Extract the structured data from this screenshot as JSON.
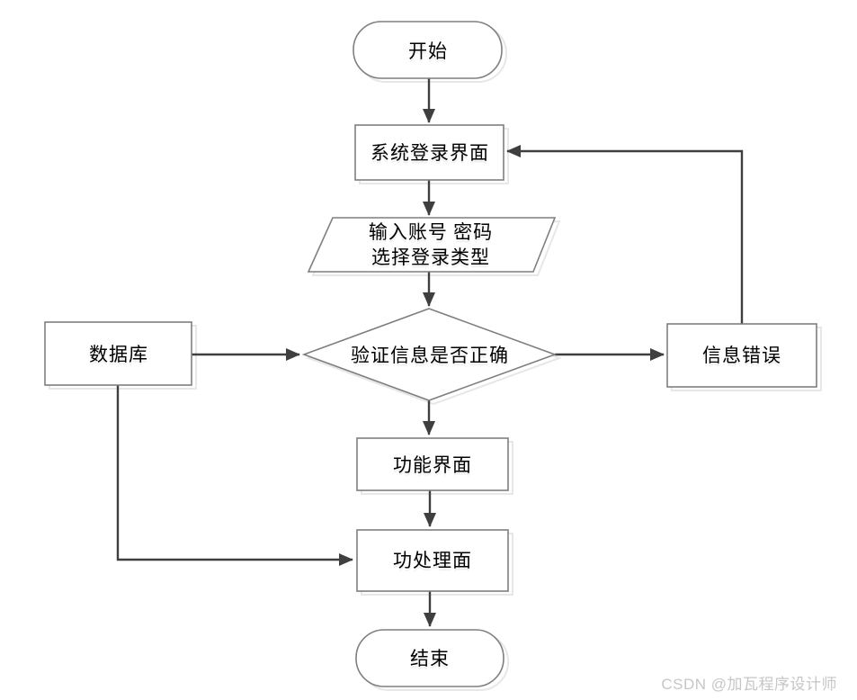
{
  "diagram": {
    "nodes": {
      "start": {
        "label": "开始"
      },
      "login_screen": {
        "label": "系统登录界面"
      },
      "input_io": {
        "line1": "输入账号 密码",
        "line2": "选择登录类型"
      },
      "verify_decision": {
        "label": "验证信息是否正确"
      },
      "database": {
        "label": "数据库"
      },
      "error": {
        "label": "信息错误"
      },
      "function_screen": {
        "label": "功能界面"
      },
      "process_screen": {
        "label": "功处理面"
      },
      "end": {
        "label": "结束"
      }
    },
    "colors": {
      "node_border": "#7f7f7f",
      "shadow": "#e7e7e7",
      "arrow": "#3f3f3f",
      "text": "#000000",
      "watermark": "#c6c6c6"
    }
  },
  "watermark": {
    "text": "CSDN @加瓦程序设计师"
  }
}
